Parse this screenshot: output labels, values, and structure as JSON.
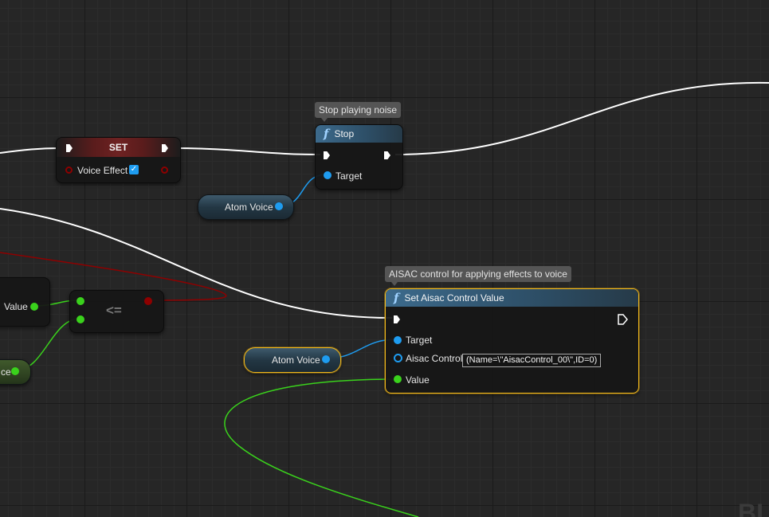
{
  "comments": {
    "stop": "Stop playing noise",
    "aisac": "AISAC control for applying effects to voice"
  },
  "set_node": {
    "title": "SET",
    "variable": "Voice Effect",
    "checked": true
  },
  "stop_node": {
    "icon": "function-icon",
    "title": "Stop",
    "target_label": "Target"
  },
  "aisac_node": {
    "icon": "function-icon",
    "title": "Set Aisac Control Value",
    "target_label": "Target",
    "aisac_label": "Aisac Control",
    "aisac_value": "(Name=\\\"AisacControl_00\\\",ID=0)",
    "value_label": "Value"
  },
  "variables": {
    "atom_voice_1": "Atom Voice",
    "atom_voice_2": "Atom Voice"
  },
  "compare_node": {
    "operator": "<="
  },
  "partial": {
    "value_label": "Value",
    "ce_label": "ce"
  },
  "watermark": "BL",
  "colors": {
    "exec": "#ffffff",
    "object": "#1e9cf0",
    "float": "#3ad21c",
    "bool": "#8e0000",
    "selection": "#f2b81c"
  }
}
